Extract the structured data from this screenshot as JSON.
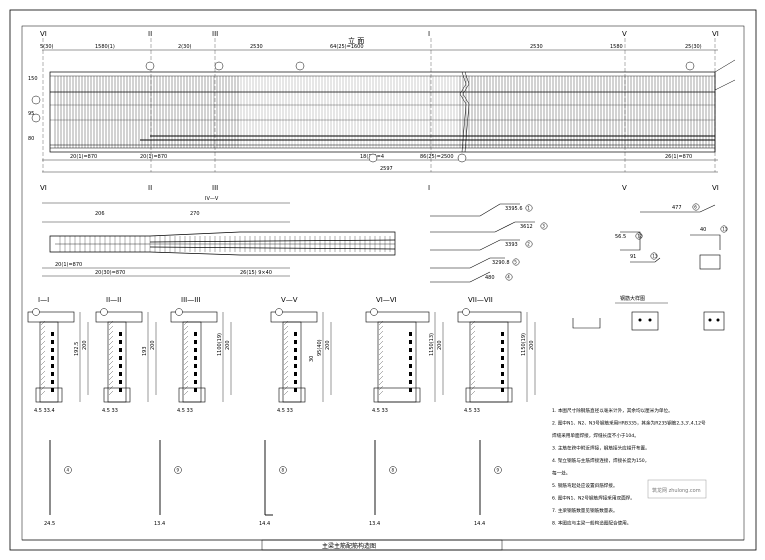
{
  "drawing": {
    "elevation_title": "立 面",
    "main_title": "主梁主筋配筋构造图",
    "detail_block_title": "钢筋大样图",
    "stamp_text": "筑龙网 zhulong.com"
  },
  "section_markers": {
    "top": [
      "VI",
      "II",
      "III",
      "I",
      "V",
      "VI"
    ],
    "plan": [
      "VI",
      "II",
      "III",
      "I",
      "V",
      "VI"
    ]
  },
  "dimensions": {
    "top_segments": [
      "5(30)",
      "1580(1)",
      "2(30)",
      "2530",
      "64(25)=1600",
      "2530",
      "1580",
      "25(30)"
    ],
    "overall": "2597",
    "bottom_segments": [
      "20(1)=870",
      "20(1)=870",
      "18(15)=4",
      "86(25)=2500",
      "26(1)=870"
    ],
    "left_vertical": [
      "150",
      "95",
      "80"
    ],
    "plan_segments": [
      "206",
      "270",
      "20(30)=870",
      "26(15) 9×40"
    ],
    "plan_sub": [
      "IV—V",
      "20(1)=870"
    ]
  },
  "sections": [
    {
      "title": "I—I",
      "dims": [
        "200",
        "192.5"
      ],
      "bottom": [
        "4.5  33.4"
      ]
    },
    {
      "title": "II—II",
      "dims": [
        "200",
        "193"
      ],
      "bottom": [
        "4.5  33"
      ]
    },
    {
      "title": "III—III",
      "dims": [
        "200",
        "1100(19)"
      ],
      "bottom": [
        "4.5  33"
      ]
    },
    {
      "title": "V—V",
      "dims": [
        "200",
        "95(40)",
        "30"
      ],
      "bottom": [
        "4.5 33"
      ]
    },
    {
      "title": "VI—VI",
      "dims": [
        "200",
        "1150(13)"
      ],
      "bottom": [
        "4.5  33"
      ]
    },
    {
      "title": "VII—VII",
      "dims": [
        "200",
        "1150(19)"
      ],
      "bottom": [
        "4.5  33"
      ]
    }
  ],
  "bars": [
    {
      "len": "24.5",
      "tag": "4"
    },
    {
      "len": "13.4",
      "tag": "9"
    },
    {
      "len": "14.4",
      "tag": "8"
    },
    {
      "len": "13.4",
      "tag": "8"
    },
    {
      "len": "14.4",
      "tag": "9"
    }
  ],
  "bent_bars": [
    {
      "label": "3395.6",
      "tag": "1"
    },
    {
      "label": "3612",
      "tag": "3"
    },
    {
      "label": "3393",
      "tag": "2"
    },
    {
      "label": "3290.8",
      "tag": "5"
    },
    {
      "label": "480",
      "tag": "4"
    },
    {
      "label": "477",
      "tag": "6"
    },
    {
      "label": "56.5",
      "tag": "12"
    },
    {
      "label": "40",
      "tag": "11"
    },
    {
      "label": "91",
      "tag": "13"
    }
  ],
  "notes": [
    "1. 本图尺寸除钢筋直径以毫米计外，其余均以厘米为单位。",
    "2. 图中N1、N2、N3号钢筋采用HRB335，其余为R235钢筋2,3,3',4,12号",
    "   焊缝采用单面焊接，焊缝长度不小于10d。",
    "3. 主筋在跨中附近焊接，钢筋接头应错开布置。",
    "4. 架立钢筋与主筋焊接连接，焊接长度为150，",
    "   每一处。",
    "5. 钢筋弯起处应设置斜筋焊接。",
    "6. 图中N1、N2号钢筋焊接采用双面焊。",
    "7. 主梁钢筋数量见钢筋数量表。",
    "8. 本图应与主梁一般构造图配合使用。"
  ]
}
